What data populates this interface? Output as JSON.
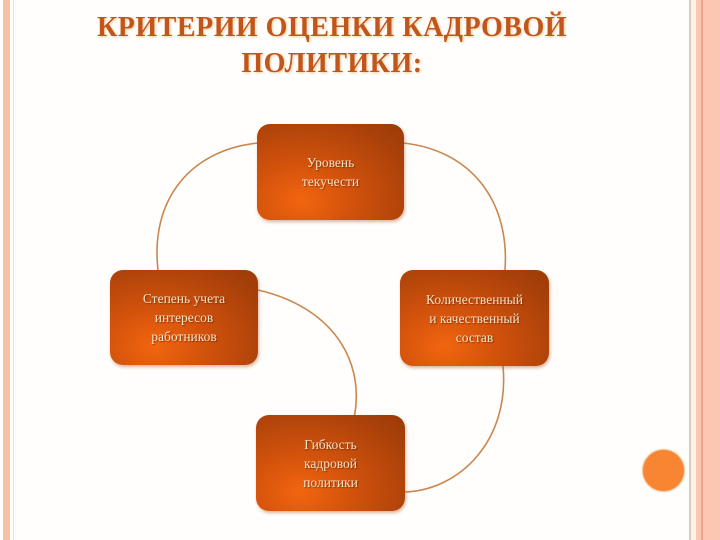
{
  "slide": {
    "title_line1": "КРИТЕРИИ ОЦЕНКИ КАДРОВОЙ",
    "title_line2": "ПОЛИТИКИ:"
  },
  "diagram": {
    "type": "cycle",
    "nodes": [
      {
        "id": "top",
        "label": "Уровень текучести",
        "lines": [
          "Уровень",
          "текучести"
        ]
      },
      {
        "id": "right",
        "label": "Количественный и качественный состав",
        "lines": [
          "Количественный",
          "и качественный",
          "состав"
        ]
      },
      {
        "id": "bottom",
        "label": "Гибкость кадровой политики",
        "lines": [
          "Гибкость",
          "кадровой",
          "политики"
        ]
      },
      {
        "id": "left",
        "label": "Степень учета интересов работников",
        "lines": [
          "Степень учета",
          "интересов",
          "работников"
        ]
      }
    ]
  },
  "colors": {
    "title": "#c0561c",
    "node_fill": "#c24d0c",
    "node_text": "#f4e2c6",
    "connector": "#c9874f",
    "border_stripe": "#f6c3a8",
    "accent_dot": "#f78532"
  }
}
